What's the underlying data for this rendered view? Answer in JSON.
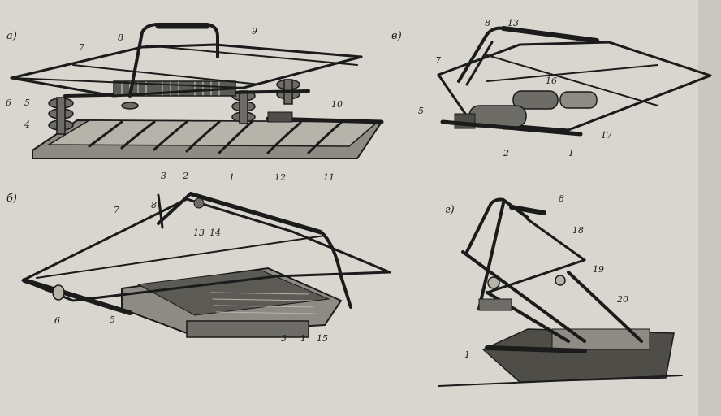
{
  "panels": [
    {
      "letter": "а)",
      "labels": [
        "1",
        "2",
        "3",
        "4",
        "5",
        "6",
        "7",
        "8",
        "9",
        "10",
        "11",
        "12"
      ]
    },
    {
      "letter": "б)",
      "labels": [
        "1",
        "3",
        "5",
        "6",
        "7",
        "8",
        "13",
        "14",
        "15"
      ]
    },
    {
      "letter": "в)",
      "labels": [
        "1",
        "2",
        "5",
        "7",
        "8",
        "13",
        "16",
        "17"
      ]
    },
    {
      "letter": "г)",
      "labels": [
        "1",
        "8",
        "18",
        "19",
        "20"
      ]
    }
  ],
  "colors": {
    "paper": "#d8d6cf",
    "ink": "#1b1b1b",
    "shade": "#6e6c66"
  }
}
